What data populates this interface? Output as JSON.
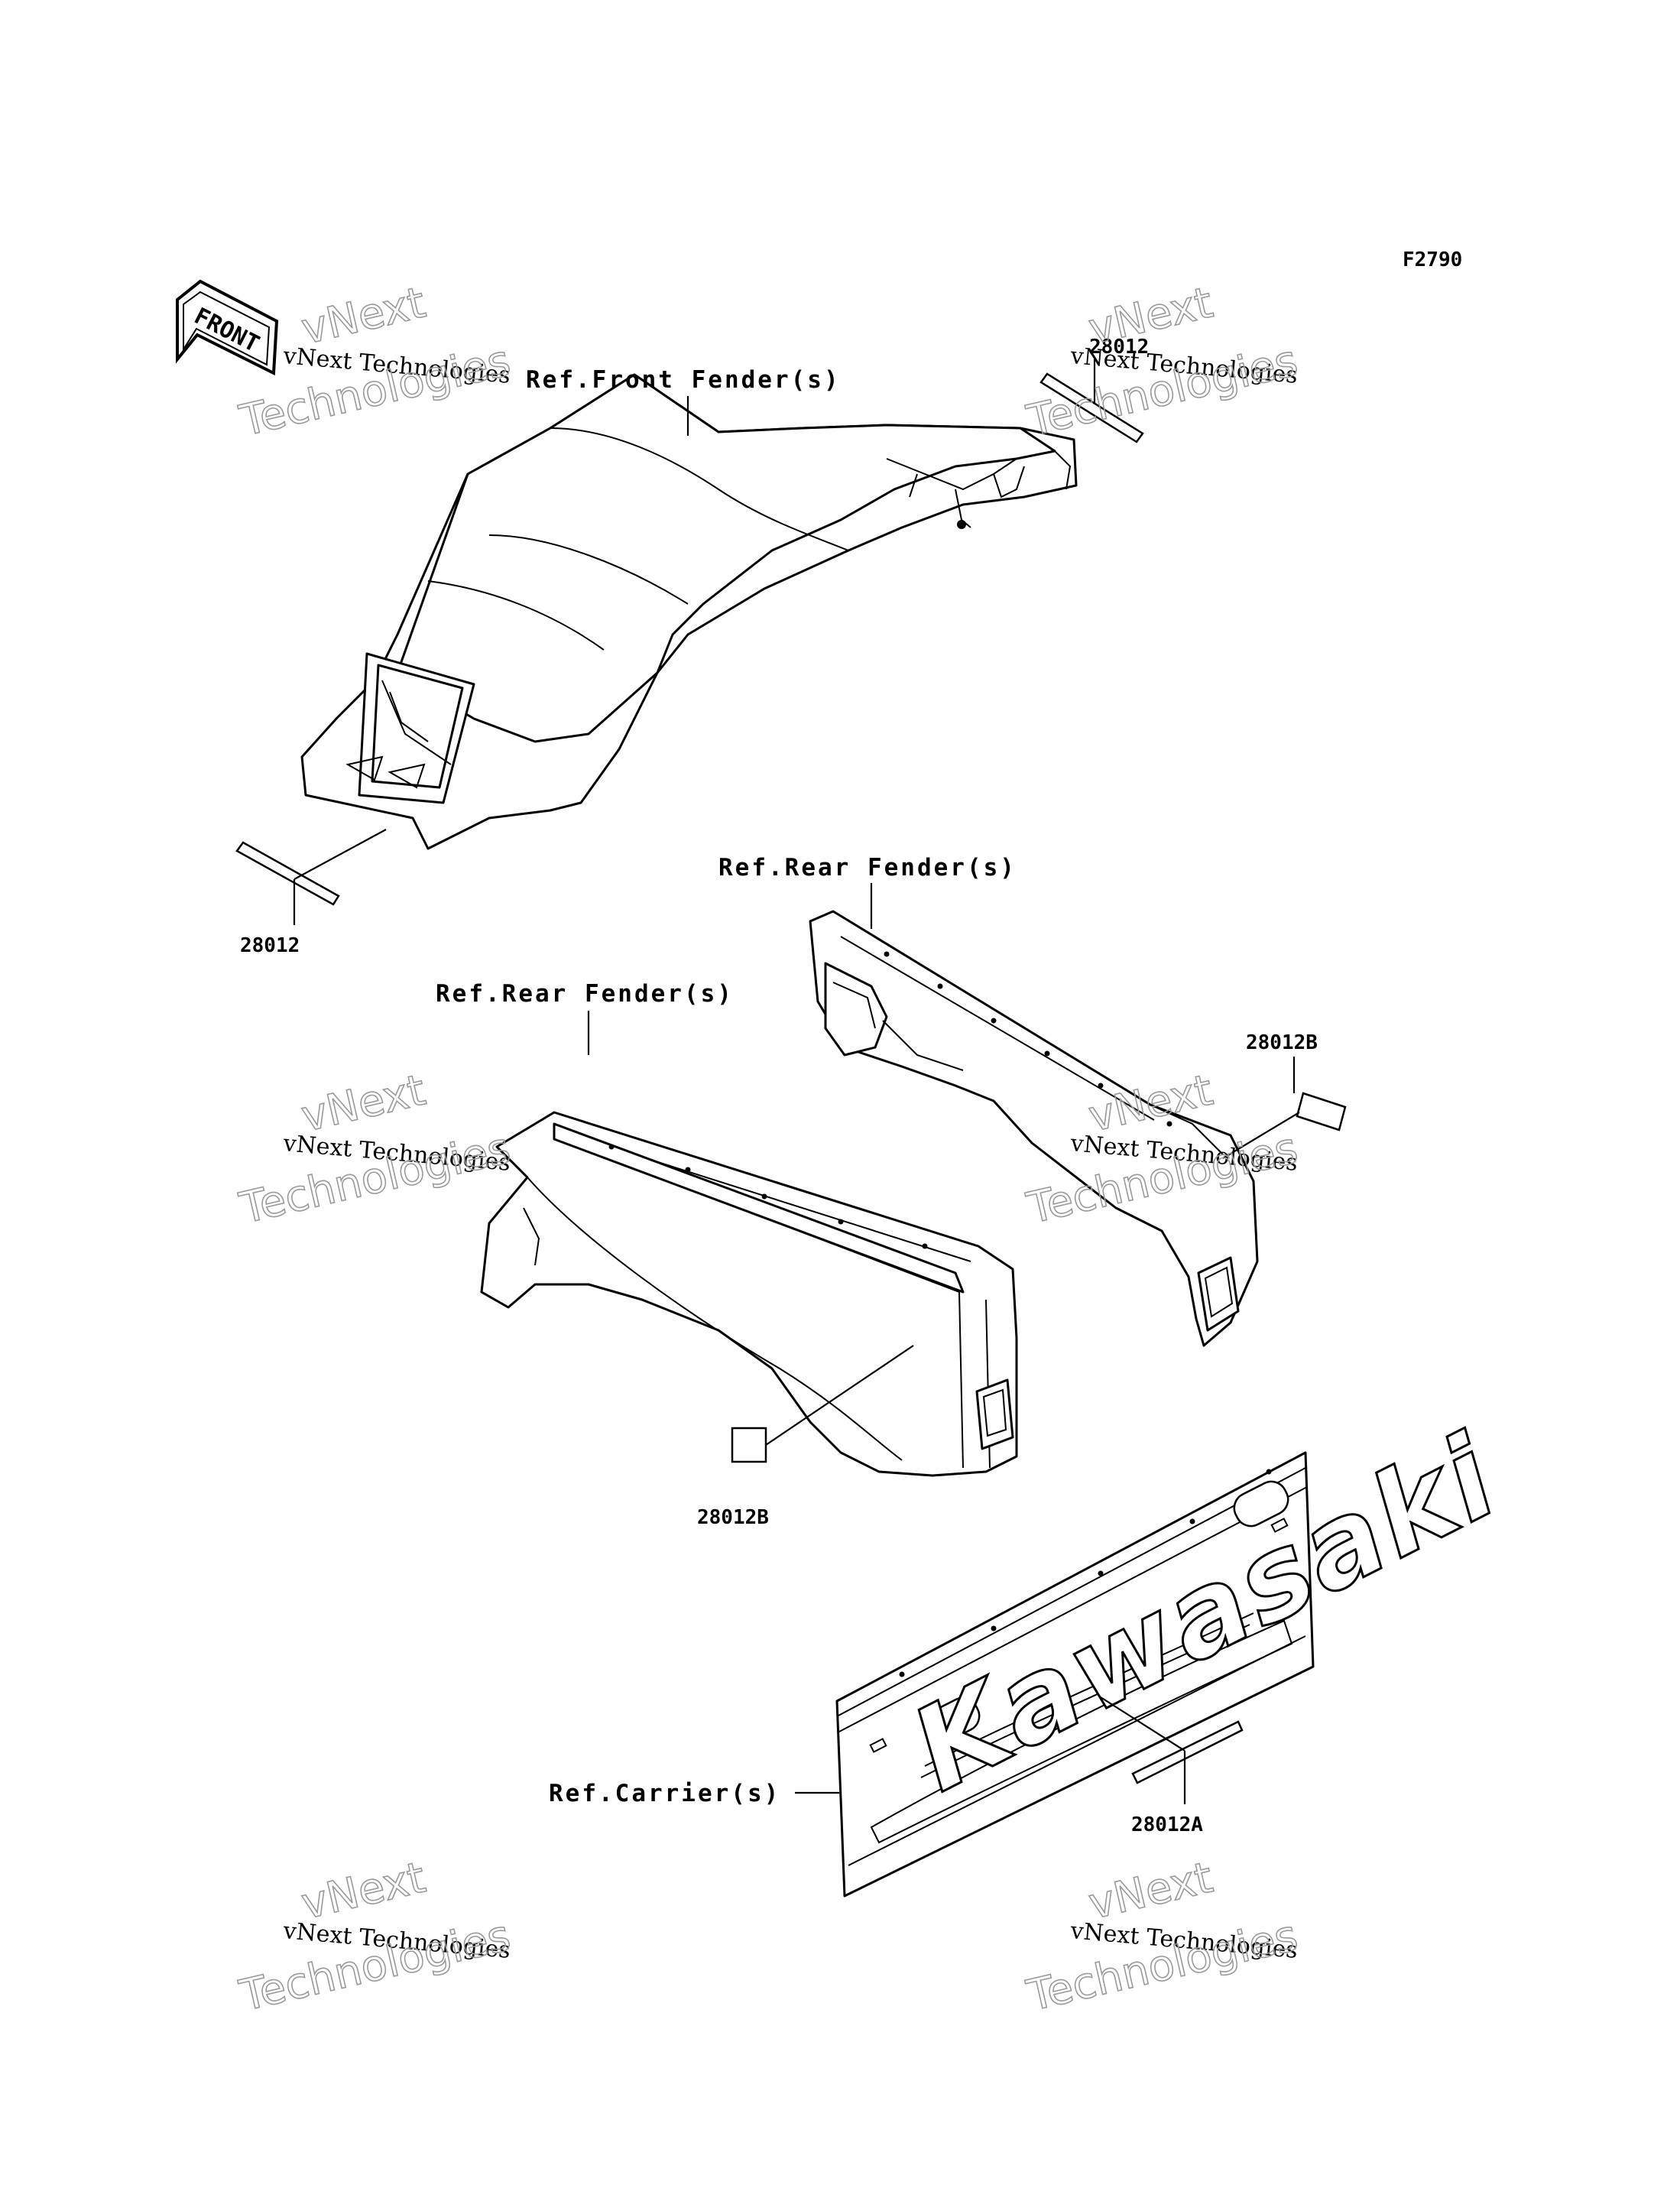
{
  "figure_code": "F2790",
  "front_marker": "FRONT",
  "callouts": {
    "front_fender": "Ref.Front Fender(s)",
    "rear_fender_upper": "Ref.Rear Fender(s)",
    "rear_fender_lower": "Ref.Rear Fender(s)",
    "carrier": "Ref.Carrier(s)"
  },
  "part_numbers": {
    "decal_top_right": "28012",
    "decal_front_left": "28012",
    "decal_rear_right": "28012B",
    "decal_rear_left": "28012B",
    "decal_carrier": "28012A"
  },
  "carrier_brand": "Kawasaki",
  "watermarks": [
    {
      "line1": "vNext",
      "line2": "vNext Technologies",
      "line3": "Technologies"
    },
    {
      "line1": "vNext",
      "line2": "vNext Technologies",
      "line3": "Technologies"
    },
    {
      "line1": "vNext",
      "line2": "vNext Technologies",
      "line3": "Technologies"
    },
    {
      "line1": "vNext",
      "line2": "vNext Technologies",
      "line3": "Technologies"
    },
    {
      "line1": "vNext",
      "line2": "vNext Technologies",
      "line3": "Technologies"
    },
    {
      "line1": "vNext",
      "line2": "vNext Technologies",
      "line3": "Technologies"
    }
  ]
}
